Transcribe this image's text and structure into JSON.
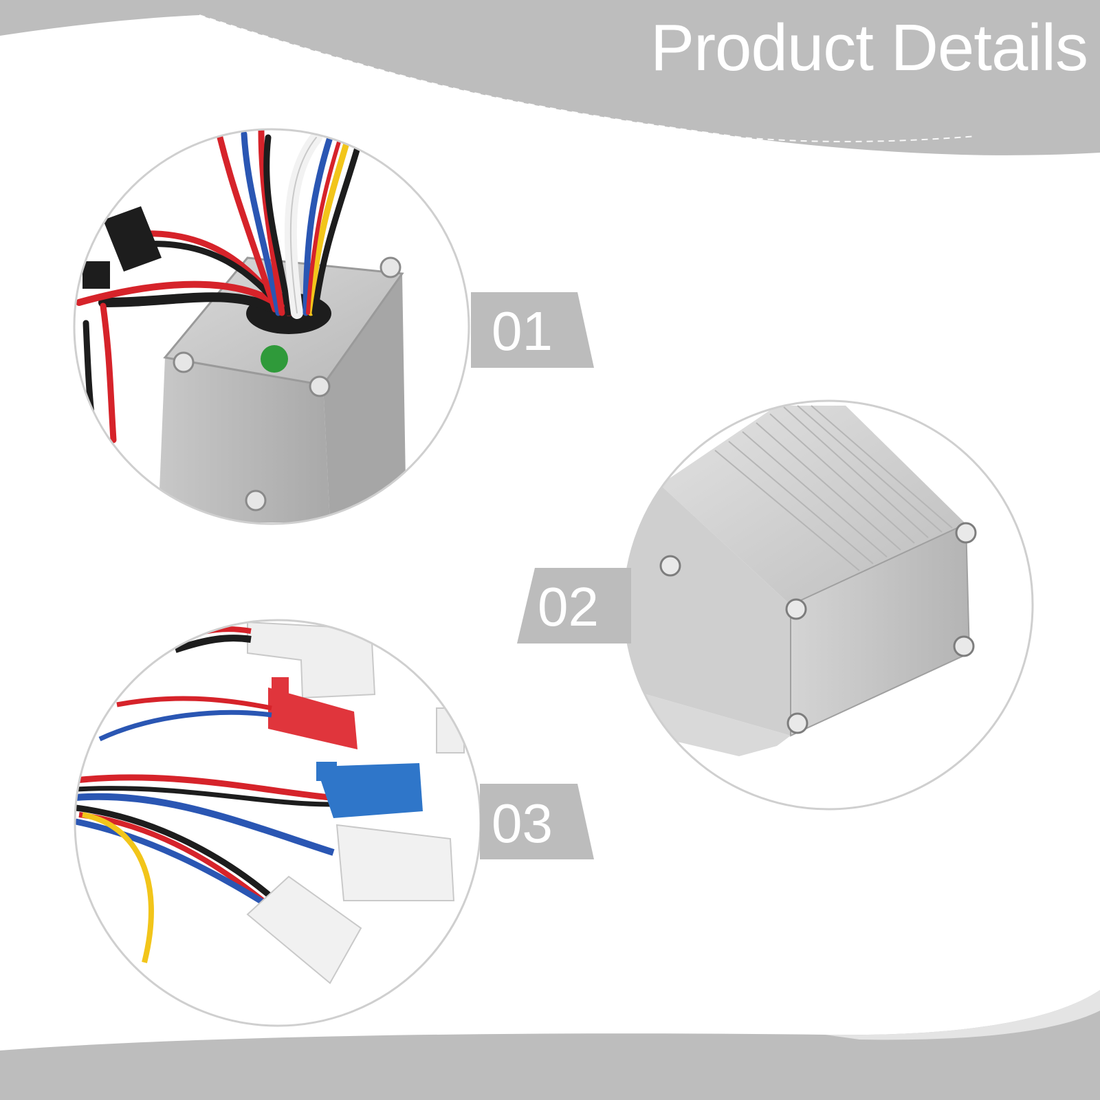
{
  "header": {
    "title": "Product Details"
  },
  "details": [
    {
      "number": "01",
      "subject": "Controller box top with wire harness exiting through rubber grommet"
    },
    {
      "number": "02",
      "subject": "Aluminum ribbed housing corner with screws"
    },
    {
      "number": "03",
      "subject": "Wire connectors: red, blue and white plugs"
    }
  ],
  "colors": {
    "band_gray": "#bdbdbd",
    "label_gray": "#bcbcbc",
    "background": "#ffffff",
    "text": "#ffffff"
  }
}
